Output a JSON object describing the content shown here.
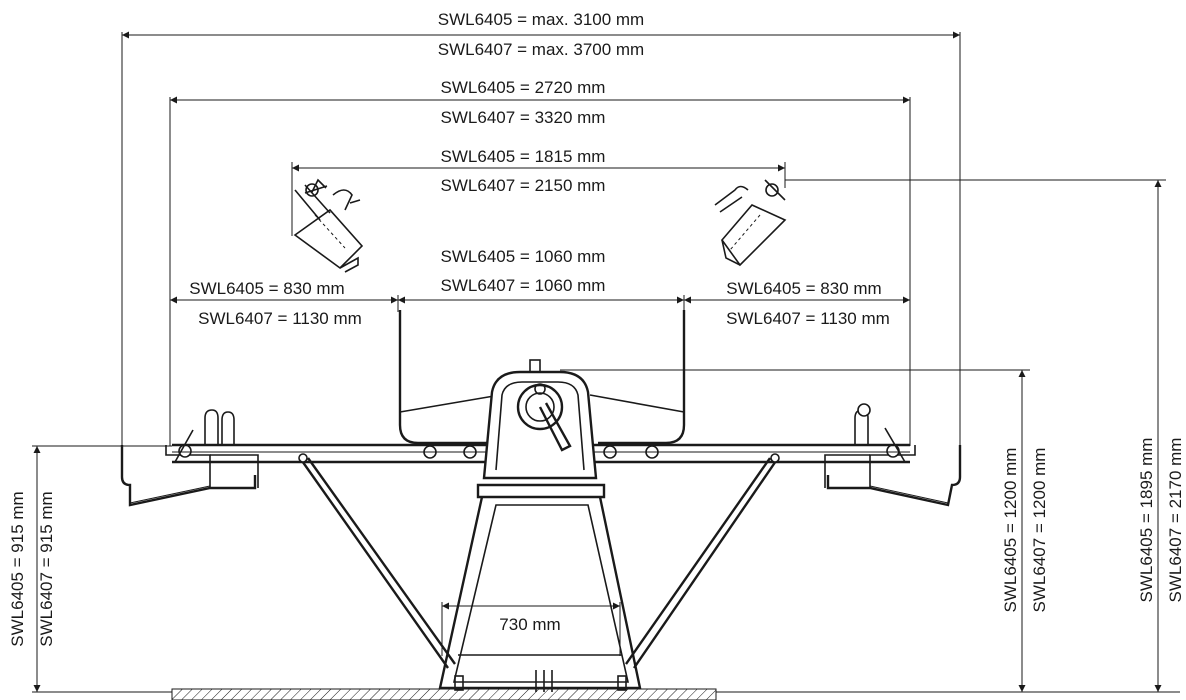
{
  "dimensions": {
    "overall_swl6405": "SWL6405 = max. 3100 mm",
    "overall_swl6407": "SWL6407 = max. 3700 mm",
    "table_swl6405": "SWL6405 = 2720 mm",
    "table_swl6407": "SWL6407 = 3320 mm",
    "folded_swl6405": "SWL6405 = 1815 mm",
    "folded_swl6407": "SWL6407 = 2150 mm",
    "center_swl6405": "SWL6405 = 1060 mm",
    "center_swl6407": "SWL6407 = 1060 mm",
    "left_swl6405": "SWL6405 = 830 mm",
    "left_swl6407": "SWL6407 = 1130 mm",
    "right_swl6405": "SWL6405 = 830 mm",
    "right_swl6407": "SWL6407 = 1130 mm",
    "base_width": "730 mm",
    "table_height_swl6405": "SWL6405 = 915 mm",
    "table_height_swl6407": "SWL6407 = 915 mm",
    "machine_height_swl6405": "SWL6405 = 1200 mm",
    "machine_height_swl6407": "SWL6407 = 1200 mm",
    "folded_height_swl6405": "SWL6405 = 1895 mm",
    "folded_height_swl6407": "SWL6407 = 2170 mm"
  }
}
